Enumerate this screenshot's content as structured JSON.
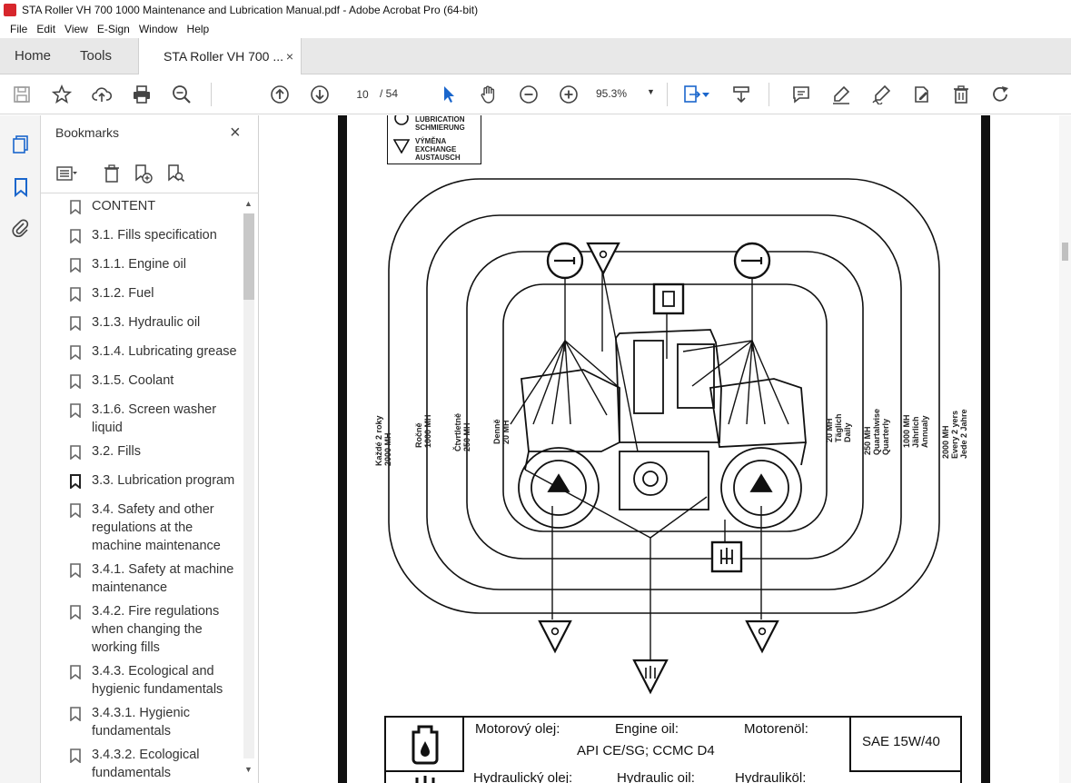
{
  "window": {
    "title": "STA Roller VH 700 1000 Maintenance and Lubrication Manual.pdf - Adobe Acrobat Pro (64-bit)"
  },
  "menu": [
    "File",
    "Edit",
    "View",
    "E-Sign",
    "Window",
    "Help"
  ],
  "tabs": {
    "home": "Home",
    "tools": "Tools",
    "document": "STA Roller VH 700 ...",
    "close_glyph": "×"
  },
  "toolbar": {
    "current_page": "10",
    "page_total": "/ 54",
    "zoom": "95.3%",
    "zoom_caret": "▼"
  },
  "bookmarks": {
    "title": "Bookmarks",
    "close_glyph": "×",
    "items": [
      {
        "label": "CONTENT",
        "active": false
      },
      {
        "label": "3.1. Fills specification",
        "active": false
      },
      {
        "label": "3.1.1. Engine oil",
        "active": false
      },
      {
        "label": "3.1.2. Fuel",
        "active": false
      },
      {
        "label": "3.1.3. Hydraulic oil",
        "active": false
      },
      {
        "label": "3.1.4. Lubricating grease",
        "active": false
      },
      {
        "label": "3.1.5. Coolant",
        "active": false
      },
      {
        "label": "3.1.6. Screen washer liquid",
        "active": false
      },
      {
        "label": "3.2. Fills",
        "active": false
      },
      {
        "label": "3.3. Lubrication program",
        "active": true
      },
      {
        "label": "3.4. Safety and other regulations at the machine maintenance",
        "active": false
      },
      {
        "label": "3.4.1. Safety at machine maintenance",
        "active": false
      },
      {
        "label": "3.4.2. Fire regulations when changing the working fills",
        "active": false
      },
      {
        "label": "3.4.3. Ecological and hygienic fundamentals",
        "active": false
      },
      {
        "label": "3.4.3.1. Hygienic fundamentals",
        "active": false
      },
      {
        "label": "3.4.3.2. Ecological fundamentals",
        "active": false
      }
    ]
  },
  "document": {
    "legend": {
      "lubrication": [
        "LUBRICATION",
        "SCHMIERUNG"
      ],
      "exchange": [
        "VÝMĚNA",
        "EXCHANGE",
        "AUSTAUSCH"
      ]
    },
    "intervals_left": [
      {
        "lines": [
          "Každé 2 roky",
          "2000 MH"
        ]
      },
      {
        "lines": [
          "Ročně",
          "1000 MH"
        ]
      },
      {
        "lines": [
          "Čtvrtletně",
          "250 MH"
        ]
      },
      {
        "lines": [
          "Denně",
          "20 MH"
        ]
      }
    ],
    "intervals_right": [
      {
        "lines": [
          "20 MH",
          "Täglich",
          "Daily"
        ]
      },
      {
        "lines": [
          "250 MH",
          "Quartalwise",
          "Quarterly"
        ]
      },
      {
        "lines": [
          "1000 MH",
          "Jährlich",
          "Annualy"
        ]
      },
      {
        "lines": [
          "2000 MH",
          "Every 2 yers",
          "Jede 2 Jahre"
        ]
      }
    ],
    "table": {
      "engine_oil_cz": "Motorový olej:",
      "engine_oil_en": "Engine oil:",
      "engine_oil_de": "Motorenöl:",
      "engine_oil_spec": "API CE/SG;  CCMC D4",
      "engine_oil_value": "SAE 15W/40",
      "hydraulic_cz": "Hydraulický olej:",
      "hydraulic_en": "Hydraulic oil:",
      "hydraulic_de": "Hydrauliköl:"
    }
  }
}
